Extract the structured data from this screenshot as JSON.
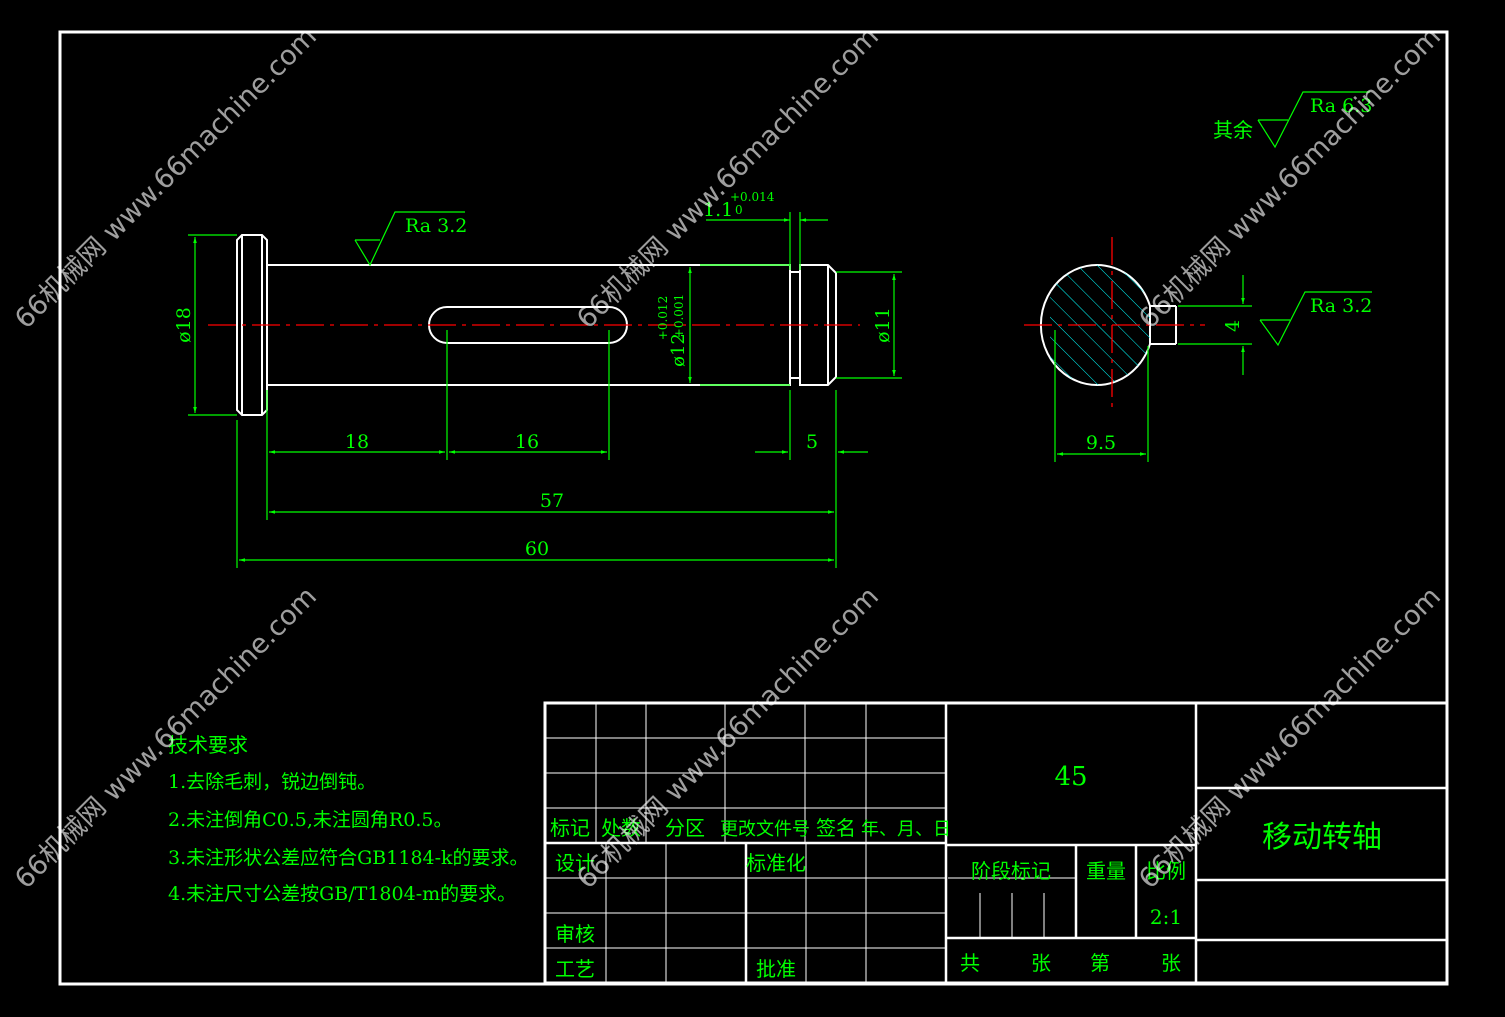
{
  "dimensions": {
    "head_dia": "ø18",
    "shaft_dia": "ø12",
    "shaft_tol_upper": "+0.012",
    "shaft_tol_lower": "+0.001",
    "end_dia": "ø11",
    "groove_width": "1.1",
    "groove_tol_upper": "+0.014",
    "groove_tol_lower": "0",
    "d18": "18",
    "d16": "16",
    "d5": "5",
    "d57": "57",
    "d60": "60",
    "d95": "9.5",
    "d4": "4"
  },
  "roughness": {
    "shaft": "Ra 3.2",
    "section": "Ra 3.2",
    "general": "Ra 6.3",
    "general_label": "其余"
  },
  "tech": {
    "title": "技术要求",
    "items": [
      "1.去除毛刺，锐边倒钝。",
      "2.未注倒角C0.5,未注圆角R0.5。",
      "3.未注形状公差应符合GB1184-k的要求。",
      "4.未注尺寸公差按GB/T1804-m的要求。"
    ]
  },
  "titleblock": {
    "rev_headers": [
      "标记",
      "处数",
      "分区",
      "更改文件号",
      "签名",
      "年、月、日"
    ],
    "design": "设计",
    "standard": "标准化",
    "review": "审核",
    "process": "工艺",
    "approve": "批准",
    "material": "45",
    "stage": "阶段标记",
    "weight": "重量",
    "scale_label": "比例",
    "scale": "2:1",
    "total": "共",
    "sheets": "张",
    "sheet_no": "第",
    "sheets2": "张",
    "part_name": "移动转轴"
  },
  "watermark": "66机械网 www.66machine.com"
}
